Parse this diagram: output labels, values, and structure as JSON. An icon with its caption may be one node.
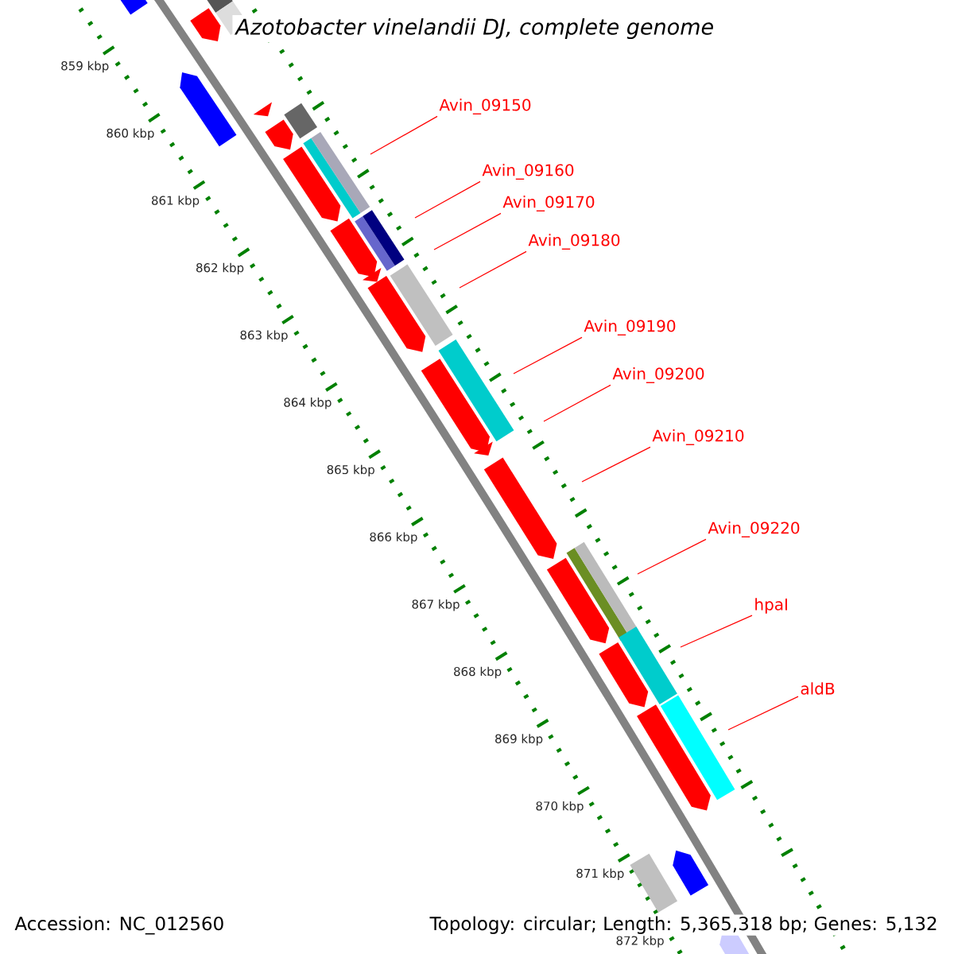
{
  "diagram": {
    "title": "Azotobacter vinelandii DJ, complete genome",
    "nodes": [
      {
        "text": [
          "Avin_09150"
        ]
      },
      {
        "text": [
          "Avin_09160"
        ]
      },
      {
        "text": [
          "Avin_09170"
        ]
      },
      {
        "text": [
          "Avin_09180"
        ]
      },
      {
        "text": [
          "Avin_09190"
        ]
      },
      {
        "text": [
          "Avin_09200"
        ]
      },
      {
        "text": [
          "Avin_09210"
        ]
      },
      {
        "text": [
          "Avin_09220"
        ]
      },
      {
        "text": [
          "hpaI"
        ]
      },
      {
        "text": [
          "aldB"
        ]
      }
    ],
    "edges": [
      {
        "from": 0,
        "to": null,
        "arrow": "none"
      },
      {
        "from": 1,
        "to": null,
        "arrow": "none"
      },
      {
        "from": 2,
        "to": null,
        "arrow": "none"
      },
      {
        "from": 3,
        "to": null,
        "arrow": "none"
      },
      {
        "from": 4,
        "to": null,
        "arrow": "none"
      },
      {
        "from": 5,
        "to": null,
        "arrow": "none"
      },
      {
        "from": 6,
        "to": null,
        "arrow": "none"
      },
      {
        "from": 7,
        "to": null,
        "arrow": "none"
      },
      {
        "from": 8,
        "to": null,
        "arrow": "none"
      },
      {
        "from": 9,
        "to": null,
        "arrow": "none"
      }
    ],
    "labels": [
      "859 kbp",
      "860 kbp",
      "861 kbp",
      "862 kbp",
      "863 kbp",
      "864 kbp",
      "865 kbp",
      "866 kbp",
      "867 kbp",
      "868 kbp",
      "869 kbp",
      "870 kbp",
      "871 kbp",
      "872 kbp",
      "Accession: NC_012560",
      "Topology: circular; Length: 5,365,318 bp; Genes: 5,132"
    ]
  }
}
